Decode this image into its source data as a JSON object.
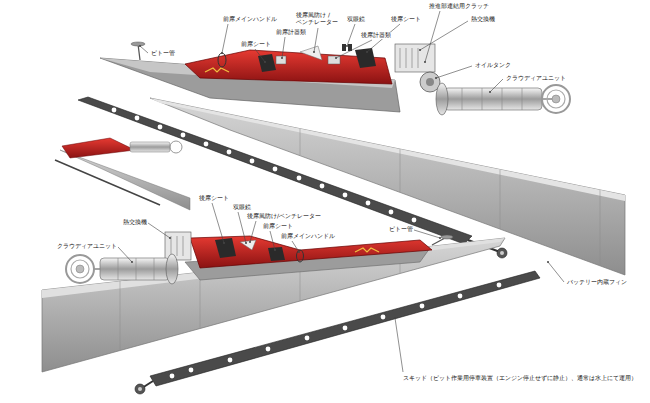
{
  "diagram": {
    "labels": [
      "推進部連結用クラッチ",
      "前席メインハンドル",
      "後席風防け /ベンチレーター",
      "双眼鏡",
      "後席シート",
      "熱交換機",
      "後席計器類",
      "前席計器類",
      "前席シート",
      "ピトー管",
      "オイルタンク",
      "クラウディアユニット",
      "後席シート",
      "双眼鏡",
      "後席風防け/ベンチレーター",
      "熱交換機",
      "前席シート",
      "ピトー管",
      "前席メインハンドル",
      "クラウディアユニット",
      "バッテリー内蔵フィン",
      "スキッド（ピット作業用停車装置（エンジン停止せずに静止）、通常は水上にて運用）"
    ]
  }
}
